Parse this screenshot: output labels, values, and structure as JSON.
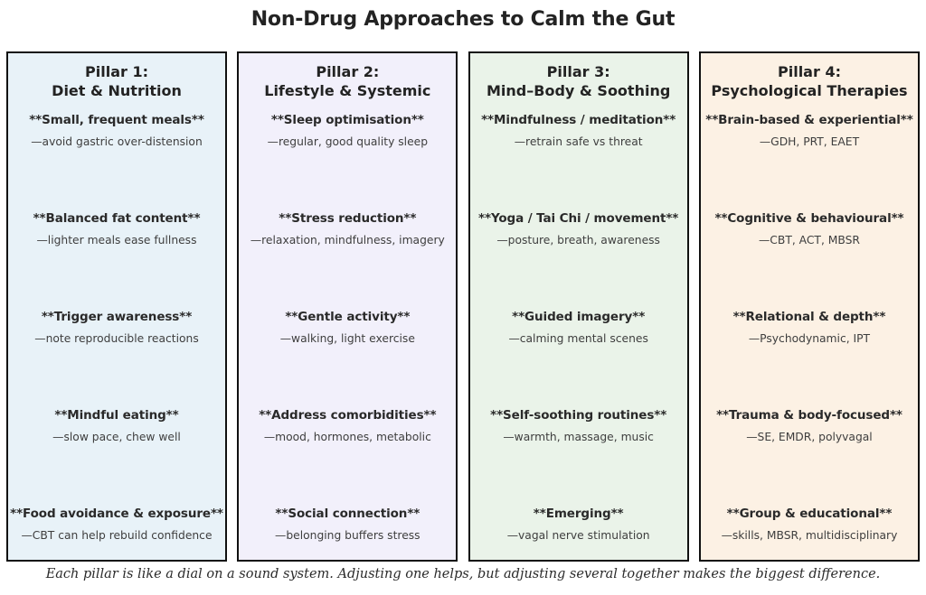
{
  "title": "Non-Drug Approaches to Calm the Gut",
  "caption": "Each pillar is like a dial on a sound system. Adjusting one helps, but adjusting several together makes the biggest difference.",
  "colors": {
    "background": "#ffffff",
    "border": "#111111",
    "title_text": "#232323",
    "body_text": "#3e3e3e",
    "pillar1_fill": "#e8f2f8",
    "pillar2_fill": "#f2f0fb",
    "pillar3_fill": "#eaf3e9",
    "pillar4_fill": "#fcf1e4"
  },
  "pillars": [
    {
      "header_line1": "Pillar 1:",
      "header_line2": "Diet & Nutrition",
      "fill": "#e8f2f8",
      "items": [
        {
          "title": "**Small, frequent meals**",
          "sub": "—avoid gastric over-distension"
        },
        {
          "title": "**Balanced fat content**",
          "sub": "—lighter meals ease fullness"
        },
        {
          "title": "**Trigger awareness**",
          "sub": "—note reproducible reactions"
        },
        {
          "title": "**Mindful eating**",
          "sub": "—slow pace, chew well"
        },
        {
          "title": "**Food avoidance & exposure**",
          "sub": "—CBT can help rebuild confidence"
        }
      ]
    },
    {
      "header_line1": "Pillar 2:",
      "header_line2": "Lifestyle & Systemic",
      "fill": "#f2f0fb",
      "items": [
        {
          "title": "**Sleep optimisation**",
          "sub": "—regular, good quality sleep"
        },
        {
          "title": "**Stress reduction**",
          "sub": "—relaxation, mindfulness, imagery"
        },
        {
          "title": "**Gentle activity**",
          "sub": "—walking, light exercise"
        },
        {
          "title": "**Address comorbidities**",
          "sub": "—mood, hormones, metabolic"
        },
        {
          "title": "**Social connection**",
          "sub": "—belonging buffers stress"
        }
      ]
    },
    {
      "header_line1": "Pillar 3:",
      "header_line2": "Mind–Body & Soothing",
      "fill": "#eaf3e9",
      "items": [
        {
          "title": "**Mindfulness / meditation**",
          "sub": "—retrain safe vs threat"
        },
        {
          "title": "**Yoga / Tai Chi / movement**",
          "sub": "—posture, breath, awareness"
        },
        {
          "title": "**Guided imagery**",
          "sub": "—calming mental scenes"
        },
        {
          "title": "**Self-soothing routines**",
          "sub": "—warmth, massage, music"
        },
        {
          "title": "**Emerging**",
          "sub": "—vagal nerve stimulation"
        }
      ]
    },
    {
      "header_line1": "Pillar 4:",
      "header_line2": "Psychological Therapies",
      "fill": "#fcf1e4",
      "items": [
        {
          "title": "**Brain-based & experiential**",
          "sub": "—GDH, PRT, EAET"
        },
        {
          "title": "**Cognitive & behavioural**",
          "sub": "—CBT, ACT, MBSR"
        },
        {
          "title": "**Relational & depth**",
          "sub": "—Psychodynamic, IPT"
        },
        {
          "title": "**Trauma & body-focused**",
          "sub": "—SE, EMDR, polyvagal"
        },
        {
          "title": "**Group & educational**",
          "sub": "—skills, MBSR, multidisciplinary"
        }
      ]
    }
  ]
}
